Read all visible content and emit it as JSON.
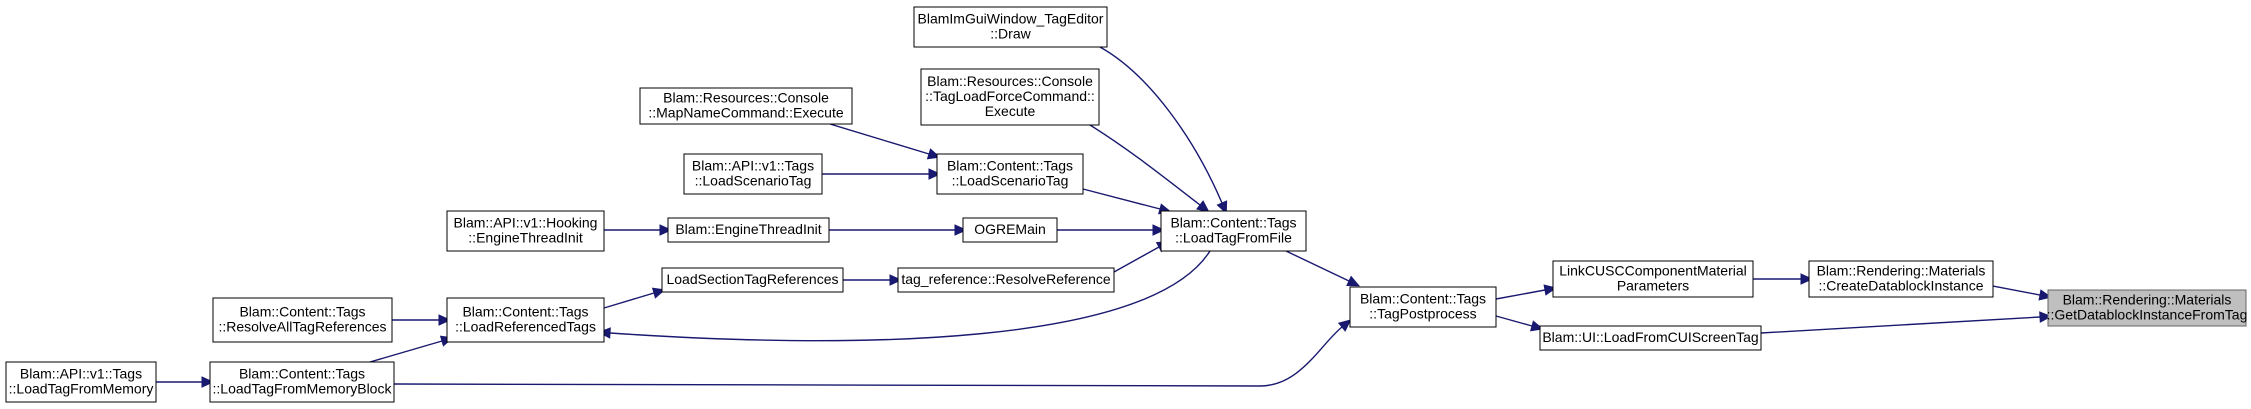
{
  "diagram": {
    "type": "call-graph",
    "colors": {
      "edge": "#191970",
      "highlight_fill": "#bfbfbf",
      "node_border": "#000000"
    },
    "nodes": [
      {
        "id": "n_getdatablock",
        "lines": [
          "Blam::Rendering::Materials",
          "::GetDatablockInstanceFromTag"
        ],
        "highlight": true
      },
      {
        "id": "n_createdatablock",
        "lines": [
          "Blam::Rendering::Materials",
          "::CreateDatablockInstance"
        ]
      },
      {
        "id": "n_linkcusc",
        "lines": [
          "LinkCUSCComponentMaterial",
          "Parameters"
        ]
      },
      {
        "id": "n_loadfromcui",
        "lines": [
          "Blam::UI::LoadFromCUIScreenTag"
        ]
      },
      {
        "id": "n_tagpostprocess",
        "lines": [
          "Blam::Content::Tags",
          "::TagPostprocess"
        ]
      },
      {
        "id": "n_loadtagfromfile",
        "lines": [
          "Blam::Content::Tags",
          "::LoadTagFromFile"
        ]
      },
      {
        "id": "n_tageditor",
        "lines": [
          "BlamImGuiWindow_TagEditor",
          "::Draw"
        ]
      },
      {
        "id": "n_tagloadforce",
        "lines": [
          "Blam::Resources::Console",
          "::TagLoadForceCommand::",
          "Execute"
        ]
      },
      {
        "id": "n_loadscenario",
        "lines": [
          "Blam::Content::Tags",
          "::LoadScenarioTag"
        ]
      },
      {
        "id": "n_mapname",
        "lines": [
          "Blam::Resources::Console",
          "::MapNameCommand::Execute"
        ]
      },
      {
        "id": "n_apiloadscenario",
        "lines": [
          "Blam::API::v1::Tags",
          "::LoadScenarioTag"
        ]
      },
      {
        "id": "n_ogremain",
        "lines": [
          "OGREMain"
        ]
      },
      {
        "id": "n_enginethreadinit",
        "lines": [
          "Blam::EngineThreadInit"
        ]
      },
      {
        "id": "n_apihooking",
        "lines": [
          "Blam::API::v1::Hooking",
          "::EngineThreadInit"
        ]
      },
      {
        "id": "n_resolvereference",
        "lines": [
          "tag_reference::ResolveReference"
        ]
      },
      {
        "id": "n_loadsectiontagrefs",
        "lines": [
          "LoadSectionTagReferences"
        ]
      },
      {
        "id": "n_loadreferencedtags",
        "lines": [
          "Blam::Content::Tags",
          "::LoadReferencedTags"
        ]
      },
      {
        "id": "n_resolvealltagrefs",
        "lines": [
          "Blam::Content::Tags",
          "::ResolveAllTagReferences"
        ]
      },
      {
        "id": "n_loadtagfrommemoryblock",
        "lines": [
          "Blam::Content::Tags",
          "::LoadTagFromMemoryBlock"
        ]
      },
      {
        "id": "n_apiloadtagfrommemory",
        "lines": [
          "Blam::API::v1::Tags",
          "::LoadTagFromMemory"
        ]
      }
    ],
    "edges": [
      {
        "from": "n_createdatablock",
        "to": "n_getdatablock"
      },
      {
        "from": "n_loadfromcui",
        "to": "n_getdatablock"
      },
      {
        "from": "n_linkcusc",
        "to": "n_createdatablock"
      },
      {
        "from": "n_tagpostprocess",
        "to": "n_linkcusc"
      },
      {
        "from": "n_tagpostprocess",
        "to": "n_loadfromcui"
      },
      {
        "from": "n_loadtagfromfile",
        "to": "n_tagpostprocess"
      },
      {
        "from": "n_loadtagfrommemoryblock",
        "to": "n_tagpostprocess"
      },
      {
        "from": "n_tageditor",
        "to": "n_loadtagfromfile"
      },
      {
        "from": "n_tagloadforce",
        "to": "n_loadtagfromfile"
      },
      {
        "from": "n_loadscenario",
        "to": "n_loadtagfromfile"
      },
      {
        "from": "n_ogremain",
        "to": "n_loadtagfromfile"
      },
      {
        "from": "n_resolvereference",
        "to": "n_loadtagfromfile"
      },
      {
        "from": "n_mapname",
        "to": "n_loadscenario"
      },
      {
        "from": "n_apiloadscenario",
        "to": "n_loadscenario"
      },
      {
        "from": "n_enginethreadinit",
        "to": "n_ogremain"
      },
      {
        "from": "n_apihooking",
        "to": "n_enginethreadinit"
      },
      {
        "from": "n_loadsectiontagrefs",
        "to": "n_resolvereference"
      },
      {
        "from": "n_loadreferencedtags",
        "to": "n_loadsectiontagrefs"
      },
      {
        "from": "n_loadtagfromfile",
        "to": "n_loadreferencedtags"
      },
      {
        "from": "n_resolvealltagrefs",
        "to": "n_loadreferencedtags"
      },
      {
        "from": "n_loadtagfrommemoryblock",
        "to": "n_loadreferencedtags"
      },
      {
        "from": "n_apiloadtagfrommemory",
        "to": "n_loadtagfrommemoryblock"
      }
    ]
  }
}
